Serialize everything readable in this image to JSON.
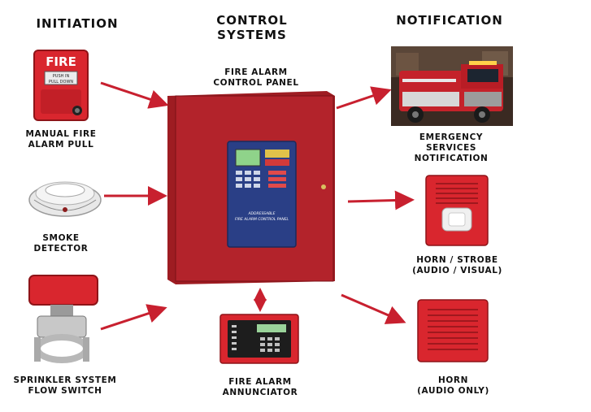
{
  "headers": {
    "initiation": "INITIATION",
    "control_line1": "CONTROL",
    "control_line2": "SYSTEMS",
    "notification": "NOTIFICATION"
  },
  "initiation_devices": [
    {
      "icon": "manual-pull-station-icon",
      "label_line1": "MANUAL FIRE",
      "label_line2": "ALARM PULL",
      "sign_text": "FIRE",
      "plate_line1": "PUSH IN",
      "plate_line2": "PULL DOWN"
    },
    {
      "icon": "smoke-detector-icon",
      "label_line1": "SMOKE",
      "label_line2": "DETECTOR"
    },
    {
      "icon": "sprinkler-flow-switch-icon",
      "label_line1": "SPRINKLER SYSTEM",
      "label_line2": "FLOW SWITCH"
    }
  ],
  "control": {
    "panel_label_line1": "FIRE ALARM",
    "panel_label_line2": "CONTROL PANEL",
    "panel_window_line1": "ADDRESSABLE",
    "panel_window_line2": "FIRE ALARM CONTROL PANEL",
    "annunciator_label_line1": "FIRE ALARM",
    "annunciator_label_line2": "ANNUNCIATOR"
  },
  "notification_devices": [
    {
      "icon": "fire-truck-icon",
      "label_line1": "EMERGENCY",
      "label_line2": "SERVICES",
      "label_line3": "NOTIFICATION"
    },
    {
      "icon": "horn-strobe-icon",
      "label_line1": "HORN / STROBE",
      "label_line2": "(AUDIO / VISUAL)"
    },
    {
      "icon": "horn-icon",
      "label_line1": "HORN",
      "label_line2": "(AUDIO ONLY)"
    }
  ],
  "colors": {
    "arrow": "#c8202f",
    "panel_red": "#b3232b",
    "device_red": "#d9262e",
    "panel_window_blue": "#2a3f86"
  }
}
